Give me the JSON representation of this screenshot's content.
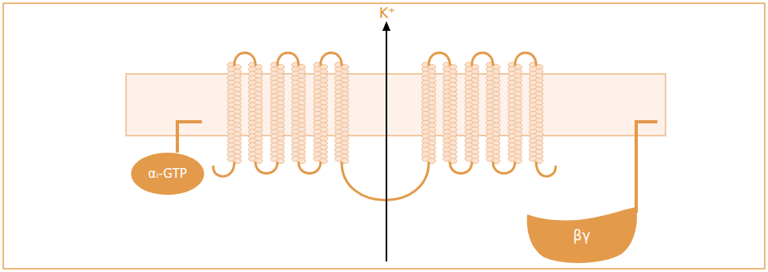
{
  "diagram": {
    "nodes": [
      {
        "text": [
          "αᵢ-GTP"
        ]
      },
      {
        "text": [
          "βγ"
        ]
      }
    ],
    "labels": [
      "K⁺"
    ]
  }
}
